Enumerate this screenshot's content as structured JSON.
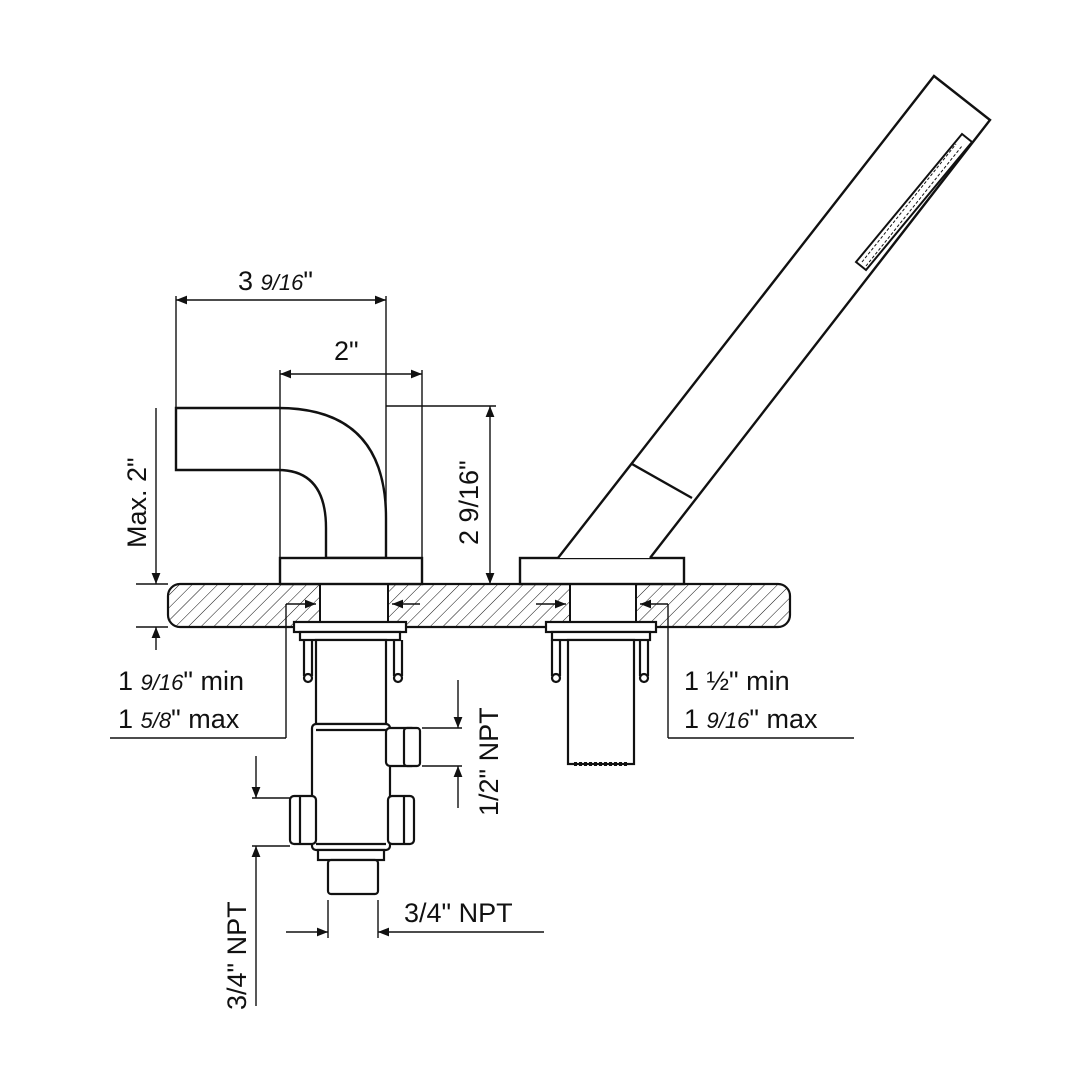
{
  "dimensions": {
    "overall_width": {
      "whole": "3",
      "fraction": "9/16",
      "unit": "\""
    },
    "spout_spacing": "2\"",
    "spout_height": "2 9/16\"",
    "max_deck": "Max. 2\"",
    "left_deck": {
      "min": {
        "whole": "1",
        "fraction": "9/16",
        "suffix": "\" min"
      },
      "max": {
        "whole": "1",
        "fraction": "5/8",
        "suffix": "\" max"
      }
    },
    "right_deck": {
      "min": "1 ½\" min",
      "max": {
        "whole": "1",
        "fraction": "9/16",
        "suffix": "\" max"
      }
    },
    "half_npt": "1/2\" NPT",
    "three_quarter_npt_side": "3/4\" NPT",
    "three_quarter_npt_bottom": "3/4\" NPT"
  },
  "colors": {
    "line": "#111111",
    "background": "#ffffff"
  }
}
